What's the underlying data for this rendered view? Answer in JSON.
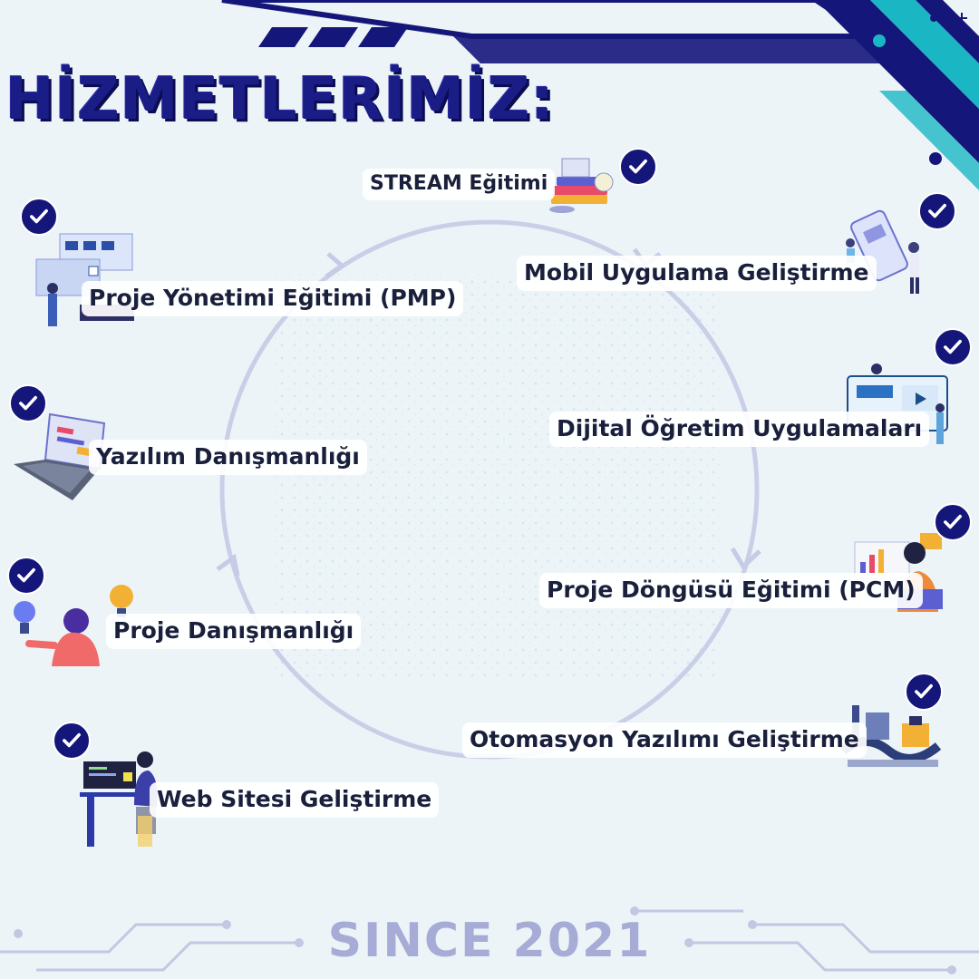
{
  "page": {
    "title": "HİZMETLERİMİZ:",
    "footer": "SINCE 2021"
  },
  "colors": {
    "navy": "#15167a",
    "teal": "#1bb6c4",
    "ring": "#c7cbe6",
    "label_text": "#1a1f3c"
  },
  "services": [
    {
      "label": "STREAM Eğitimi",
      "icon": "books-microscope-icon"
    },
    {
      "label": "Mobil Uygulama Geliştirme",
      "icon": "mobile-app-icon"
    },
    {
      "label": "Dijital Öğretim Uygulamaları",
      "icon": "online-learning-icon"
    },
    {
      "label": "Proje Döngüsü Eğitimi (PCM)",
      "icon": "presentation-person-icon"
    },
    {
      "label": "Otomasyon Yazılımı Geliştirme",
      "icon": "factory-conveyor-icon"
    },
    {
      "label": "Web Sitesi Geliştirme",
      "icon": "developer-desk-icon"
    },
    {
      "label": "Proje Danışmanlığı",
      "icon": "lightbulb-idea-icon"
    },
    {
      "label": "Yazılım Danışmanlığı",
      "icon": "laptop-icon"
    },
    {
      "label": "Proje Yönetimi Eğitimi (PMP)",
      "icon": "project-board-icon"
    }
  ]
}
